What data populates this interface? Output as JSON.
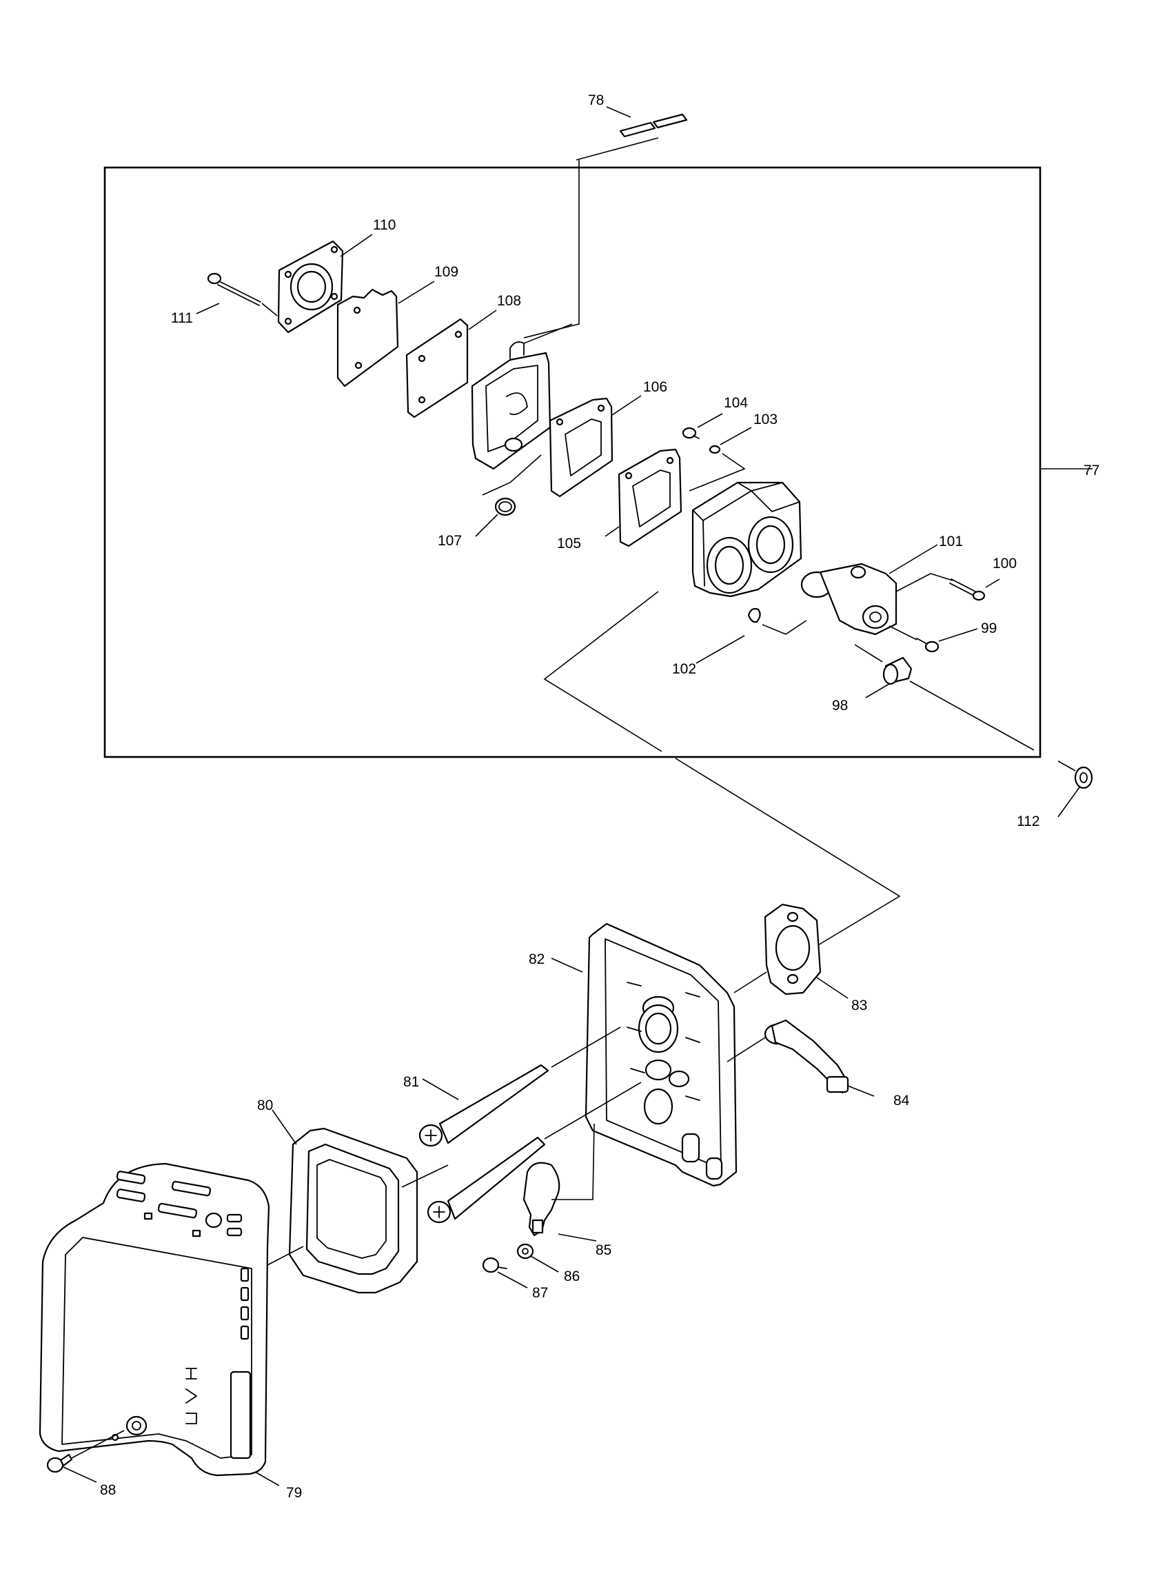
{
  "labels": {
    "p77": "77",
    "p78": "78",
    "p79": "79",
    "p80": "80",
    "p81": "81",
    "p82": "82",
    "p83": "83",
    "p84": "84",
    "p85": "85",
    "p86": "86",
    "p87": "87",
    "p88": "88",
    "p98": "98",
    "p99": "99",
    "p100": "100",
    "p101": "101",
    "p102": "102",
    "p103": "103",
    "p104": "104",
    "p105": "105",
    "p106": "106",
    "p107": "107",
    "p108": "108",
    "p109": "109",
    "p110": "110",
    "p111": "111",
    "p112": "112"
  }
}
